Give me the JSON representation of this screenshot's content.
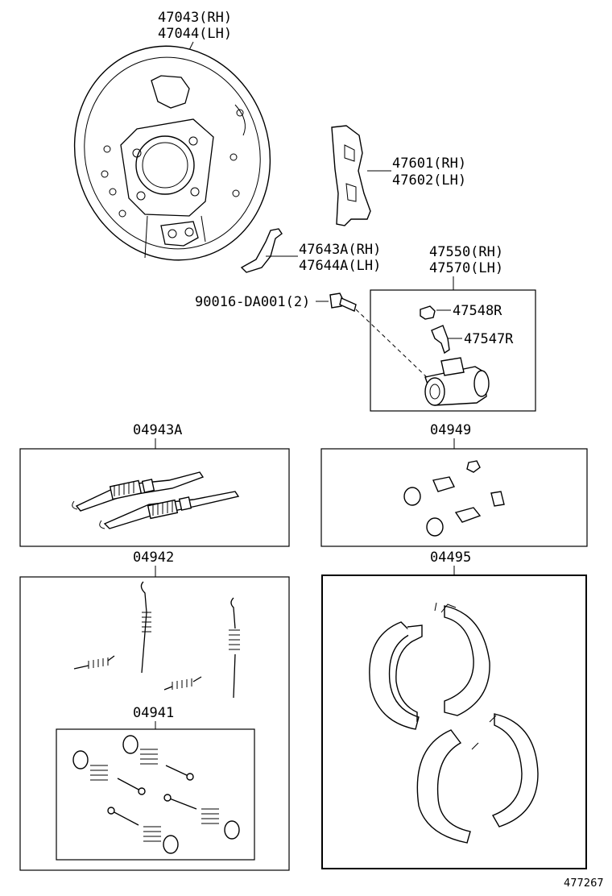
{
  "parts": {
    "backing_plate_rh": "47043(RH)",
    "backing_plate_lh": "47044(LH)",
    "lever_rh": "47601(RH)",
    "lever_lh": "47602(LH)",
    "strut_rh": "47643A(RH)",
    "strut_lh": "47644A(LH)",
    "cylinder_rh": "47550(RH)",
    "cylinder_lh": "47570(LH)",
    "bolt": "90016-DA001(2)",
    "bleeder_cap": "47548R",
    "bleeder_plug": "47547R",
    "adjuster_kit": "04943A",
    "cylinder_kit": "04949",
    "spring_kit": "04942",
    "shoe_set": "04495",
    "hold_down_kit": "04941"
  },
  "reference_number": "477267",
  "colors": {
    "line": "#000000",
    "background": "#ffffff"
  }
}
